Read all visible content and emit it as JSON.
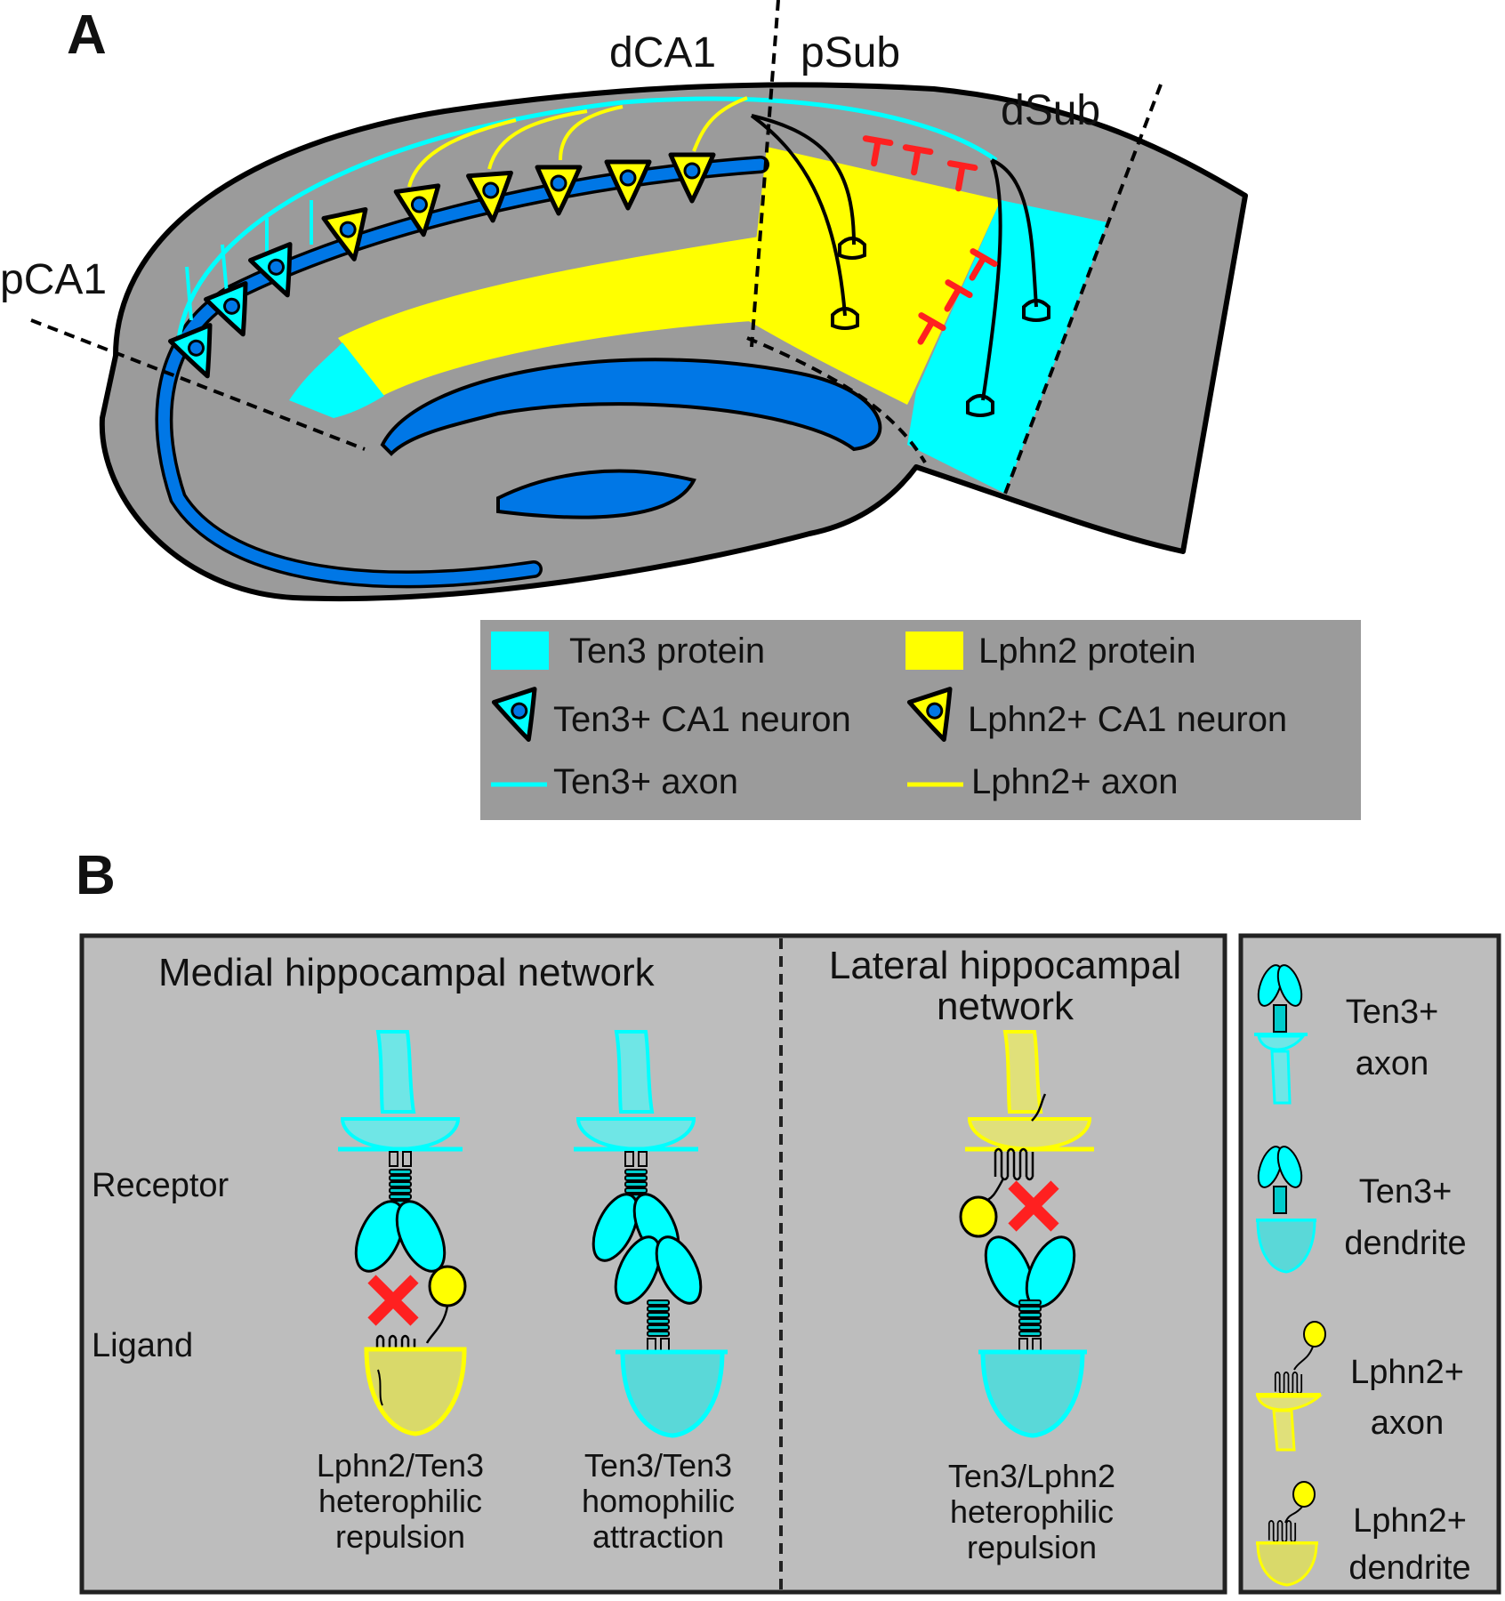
{
  "panel_a": {
    "label": "A",
    "regions": {
      "dca1": "dCA1",
      "psub": "pSub",
      "dsub": "dSub",
      "pca1": "pCA1"
    },
    "legend": {
      "ten3_protein": "Ten3 protein",
      "lphn2_protein": "Lphn2 protein",
      "ten3_neuron": "Ten3+ CA1 neuron",
      "lphn2_neuron": "Lphn2+ CA1 neuron",
      "ten3_axon": "Ten3+ axon",
      "lphn2_axon": "Lphn2+ axon"
    }
  },
  "panel_b": {
    "label": "B",
    "medial_title": "Medial hippocampal network",
    "lateral_title_1": "Lateral hippocampal",
    "lateral_title_2": "network",
    "receptor_label": "Receptor",
    "ligand_label": "Ligand",
    "captions": {
      "c1": [
        "Lphn2/Ten3",
        "heterophilic",
        "repulsion"
      ],
      "c2": [
        "Ten3/Ten3",
        "homophilic",
        "attraction"
      ],
      "c3": [
        "Ten3/Lphn2",
        "heterophilic",
        "repulsion"
      ]
    },
    "side_legend": {
      "s1": [
        "Ten3+",
        "axon"
      ],
      "s2": [
        "Ten3+",
        "dendrite"
      ],
      "s3": [
        "Lphn2+",
        "axon"
      ],
      "s4": [
        "Lphn2+",
        "dendrite"
      ]
    }
  },
  "colors": {
    "cyan": "#00ffff",
    "yellow": "#ffff00",
    "blue": "#0077e6",
    "gray": "#9b9b9b",
    "panel_gray": "#bdbdbd",
    "red": "#ff2020"
  }
}
